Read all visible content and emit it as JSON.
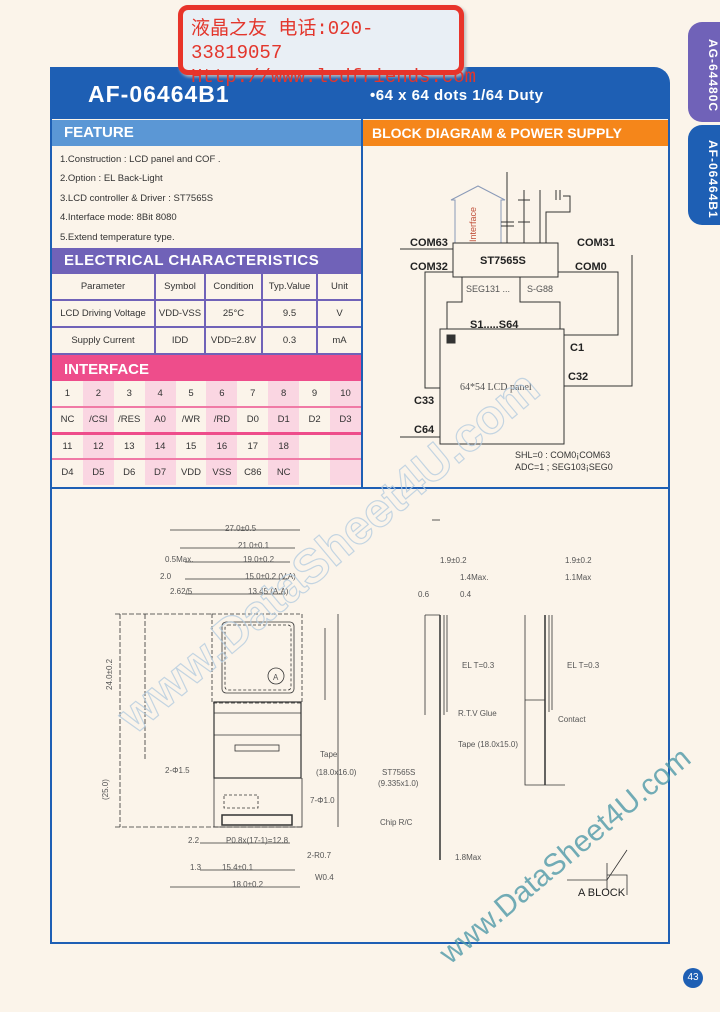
{
  "stamp": {
    "line1": "液晶之友 电话:020-33819057",
    "line2": "Http://www.lcdfriends.com"
  },
  "header": {
    "title": "AF-06464B1",
    "subtitle": "•64 x 64 dots 1/64 Duty"
  },
  "side_tabs": [
    "AG-64480C",
    "AF-06464B1"
  ],
  "feature": {
    "title": "FEATURE",
    "items": [
      "1.Construction : LCD panel and COF .",
      "2.Option : EL Back-Light",
      "3.LCD controller & Driver : ST7565S",
      "4.Interface mode: 8Bit 8080",
      "5.Extend temperature type."
    ]
  },
  "electrical": {
    "title": "ELECTRICAL  CHARACTERISTICS",
    "headers": [
      "Parameter",
      "Symbol",
      "Condition",
      "Typ.Value",
      "Unit"
    ],
    "rows": [
      [
        "LCD  Driving  Voltage",
        "VDD-VSS",
        "25°C",
        "9.5",
        "V"
      ],
      [
        "Supply  Current",
        "IDD",
        "VDD=2.8V",
        "0.3",
        "mA"
      ]
    ]
  },
  "interface": {
    "title": "INTERFACE",
    "rows": [
      [
        "1",
        "2",
        "3",
        "4",
        "5",
        "6",
        "7",
        "8",
        "9",
        "10"
      ],
      [
        "NC",
        "/CSI",
        "/RES",
        "A0",
        "/WR",
        "/RD",
        "D0",
        "D1",
        "D2",
        "D3"
      ],
      [
        "11",
        "12",
        "13",
        "14",
        "15",
        "16",
        "17",
        "18",
        "",
        ""
      ],
      [
        "D4",
        "D5",
        "D6",
        "D7",
        "VDD",
        "VSS",
        "C86",
        "NC",
        "",
        ""
      ]
    ]
  },
  "block": {
    "title": "BLOCK  DIAGRAM & POWER  SUPPLY",
    "chip": "ST7565S",
    "interface": "Interface",
    "panel": "64*54 LCD panel",
    "labels": [
      "COM63",
      "COM32",
      "COM31",
      "COM0",
      "SEG131 ...",
      "S-G88",
      "S1.....S64",
      "C1",
      "C32",
      "C33",
      "C64"
    ],
    "notes": [
      "SHL=0 : COM0¡COM63",
      "ADC=1 ; SEG103¡SEG0"
    ]
  },
  "drawing": {
    "labels": [
      "27.0±0.5",
      "21.0±0.1",
      "0.5Max.",
      "19.0±0.2",
      "2.0",
      "15.0±0.2 (V.A)",
      "2.62/5",
      "13.45 (A.A)",
      "A",
      "2-Φ1.5",
      "Tape",
      "(18.0x16.0)",
      "7-Φ1.0",
      "2.2",
      "P0.8x(17-1)=12.8",
      "2-R0.7",
      "1.3",
      "15.4±0.1",
      "W0.4",
      "18.0±0.2",
      "24.0±0.2",
      "(25.0)",
      "1.9±0.2",
      "1.4Max.",
      "0.6",
      "0.4",
      "EL T=0.3",
      "R.T.V Glue",
      "Tape (18.0x15.0)",
      "ST7565S",
      "(9.335x1.0)",
      "Chip R/C",
      "1.8Max",
      "1.9±0.2",
      "1.1Max",
      "EL T=0.3",
      "Contact",
      "A  BLOCK"
    ]
  },
  "watermarks": [
    "www.DataSheet4U.com",
    "www.DataSheet4U.com"
  ],
  "page_number": "43",
  "colors": {
    "blue": "#1e5fb4",
    "feature": "#5b97d5",
    "electrical": "#7062b8",
    "interface": "#ee4d8b",
    "block": "#f5861a",
    "stamp": "#e8342a"
  }
}
